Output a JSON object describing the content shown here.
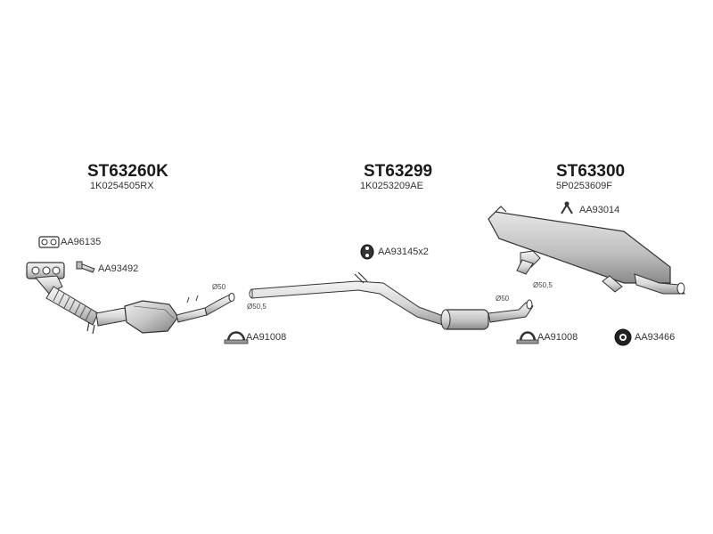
{
  "sections": [
    {
      "code": "ST63260K",
      "oem": "1K0254505RX"
    },
    {
      "code": "ST63299",
      "oem": "1K0253209AE"
    },
    {
      "code": "ST63300",
      "oem": "5P0253609F"
    }
  ],
  "parts": {
    "gasket_manifold": "AA96135",
    "bolt_kit": "AA93492",
    "clamp_left": "AA91008",
    "rubber_mount": "AA93145",
    "rubber_mount_qty": "x2",
    "clamp_right": "AA91008",
    "hanger": "AA93014",
    "mount_ring": "AA93466"
  },
  "diameters": {
    "cat_outlet": "Ø50",
    "pipe_inlet": "Ø50,5",
    "mid_outlet": "Ø50",
    "rear_inlet": "Ø50,5"
  }
}
